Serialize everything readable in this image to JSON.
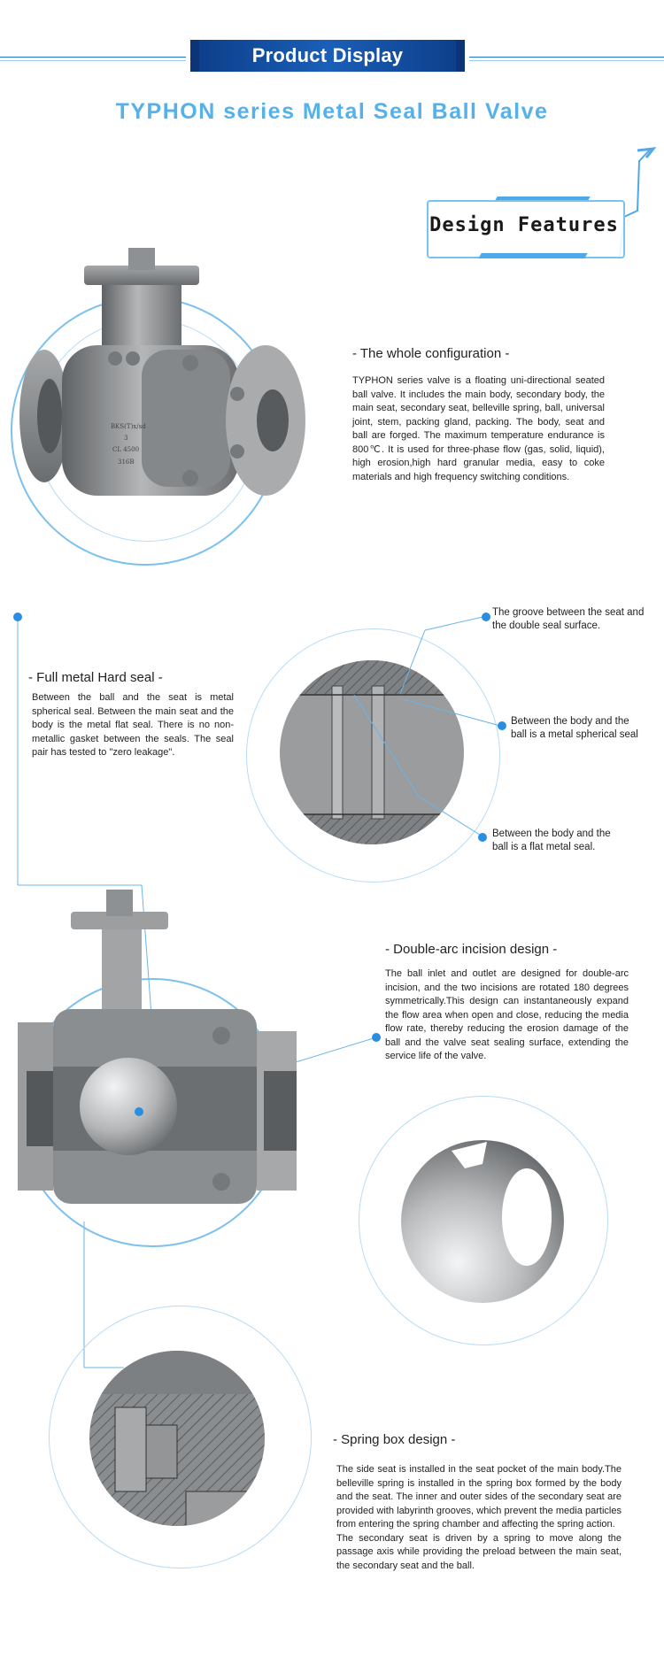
{
  "header": {
    "banner_label": "Product Display",
    "title": "TYPHON series Metal Seal Ball Valve"
  },
  "design_features": {
    "label": "Design Features"
  },
  "sections": {
    "whole_config": {
      "title": "- The whole configuration -",
      "body": "TYPHON series valve is a floating uni-directional seated ball valve. It includes the main body, secondary body, the main seat, secondary seat, belleville spring, ball, universal joint, stem, packing gland, packing. The body, seat and ball are forged. The maximum temperature endurance is 800℃. It is used for three-phase flow (gas, solid, liquid), high erosion,high hard granular media, easy to coke materials and high frequency switching conditions."
    },
    "hard_seal": {
      "title": "- Full metal Hard seal -",
      "body": "Between the ball and the seat is metal spherical seal. Between the main seat and the body is the metal flat seal. There is no non-metallic gasket between the seals. The seal pair has tested to \"zero leakage\"."
    },
    "double_arc": {
      "title": "- Double-arc incision design -",
      "body": "The ball inlet and outlet are designed for double-arc incision, and the two incisions are rotated 180 degrees symmetrically.This design can instantaneously expand the flow area when open and close, reducing the media flow rate, thereby reducing the erosion damage of the ball and the valve seat sealing surface, extending the service life of the valve."
    },
    "spring_box": {
      "title": "- Spring box design -",
      "body": "The side seat is installed in the seat pocket of the main body.The belleville spring is installed in the spring box formed by the body and the seat. The inner and outer sides of the secondary seat are provided with labyrinth grooves, which prevent the media particles from entering the spring chamber and affecting the spring action.\nThe secondary seat is driven by a spring to move along the passage axis while providing the preload between the main seat, the secondary seat and the ball."
    }
  },
  "callouts": {
    "groove": "The groove between the seat and the double seal surface.",
    "spherical": "Between the body and the ball is a metal spherical seal",
    "flat": "Between the body and the ball is a flat metal seal."
  },
  "valve_markings": {
    "line1": "BKS(T)x/sd",
    "line2": "3",
    "line3": "CL 4500",
    "line4": "316B"
  },
  "colors": {
    "accent": "#56b1ea",
    "banner": "#1a5fb8",
    "line": "#1e78c8",
    "metal": "#8d8f91"
  }
}
